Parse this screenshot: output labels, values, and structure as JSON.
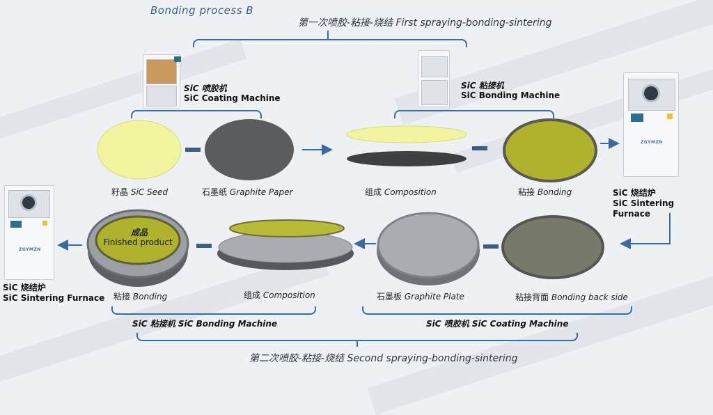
{
  "title": "Bonding process B",
  "phases": {
    "first": "第一次喷胶-粘接-烧结 First spraying-bonding-sintering",
    "second": "第二次喷胶-粘接-烧结 Second spraying-bonding-sintering"
  },
  "machines": {
    "coating_top": {
      "cn": "SiC 喷胶机",
      "en": "SiC Coating Machine"
    },
    "bonding_top": {
      "cn": "SiC 粘接机",
      "en": "SiC Bonding Machine"
    },
    "furnace_right": {
      "cn": "SiC 烧结炉",
      "en": "SiC Sintering Furnace"
    },
    "furnace_left": {
      "cn": "SiC 烧结炉",
      "en": "SiC Sintering Furnace"
    },
    "bonding_bottom": "SiC 粘接机 SiC Bonding Machine",
    "coating_bottom": "SiC 喷胶机 SiC Coating Machine"
  },
  "steps_top": {
    "seed": {
      "cn": "籽晶",
      "en": "SiC Seed"
    },
    "graphite_paper": {
      "cn": "石墨纸",
      "en": "Graphite Paper"
    },
    "composition": {
      "cn": "组成",
      "en": "Composition"
    },
    "bonding": {
      "cn": "粘接",
      "en": "Bonding"
    }
  },
  "steps_bottom": {
    "bonding": {
      "cn": "粘接",
      "en": "Bonding"
    },
    "composition": {
      "cn": "组成",
      "en": "Composition"
    },
    "graphite_plate": {
      "cn": "石墨板",
      "en": "Graphite Plate"
    },
    "bonding_back": {
      "cn": "粘接背面",
      "en": "Bonding back side"
    }
  },
  "finished": {
    "cn": "成品",
    "en": "Finished product"
  },
  "brand": "ZGYMZN",
  "colors": {
    "seed": "#f2f5a0",
    "graphite": "#5b5c5e",
    "bonded": "#aeb22c",
    "plate": "#a9acb0",
    "accent": "#3a6aa0"
  }
}
